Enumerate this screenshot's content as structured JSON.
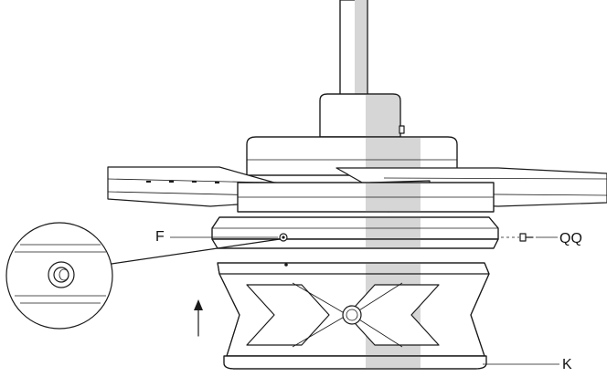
{
  "labels": {
    "part_f": "F",
    "part_qq": "QQ",
    "part_k": "K"
  },
  "icons": {
    "arrow": "up-arrow-icon",
    "detail": "magnifier-detail-icon",
    "screw": "screw-icon"
  },
  "colors": {
    "line": "#1a1a1a",
    "shading": "#d6d6d6",
    "background": "#ffffff"
  }
}
